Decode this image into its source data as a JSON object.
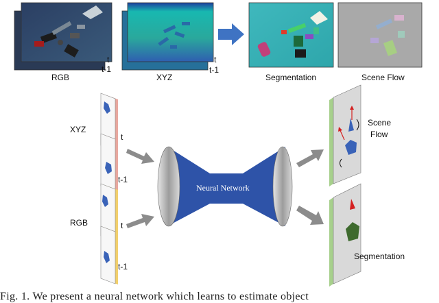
{
  "top_row": {
    "rgb_label": "RGB",
    "xyz_label": "XYZ",
    "t_label": "t",
    "t1_label": "t-1",
    "segmentation_label": "Segmentation",
    "scene_flow_label": "Scene Flow"
  },
  "network": {
    "xyz_label": "XYZ",
    "rgb_label": "RGB",
    "t_label": "t",
    "t1_label": "t-1",
    "network_label": "Neural Network",
    "scene_flow_label_line1": "Scene",
    "scene_flow_label_line2": "Flow",
    "segmentation_label": "Segmentation"
  },
  "caption": "Fig. 1.    We present a neural network which learns to estimate object",
  "colors": {
    "network_blue": "#2e53a8",
    "arrow_blue": "#3f73c3",
    "arrow_gray": "#8c8c8c",
    "frame_green": "#a7d08c",
    "xyz_strip": "#e0a9a0",
    "rgb_strip": "#f2cf6b",
    "polygon_blue": "#3a63b8",
    "polygon_green": "#3e6a2e",
    "arrow_red": "#d42020"
  }
}
